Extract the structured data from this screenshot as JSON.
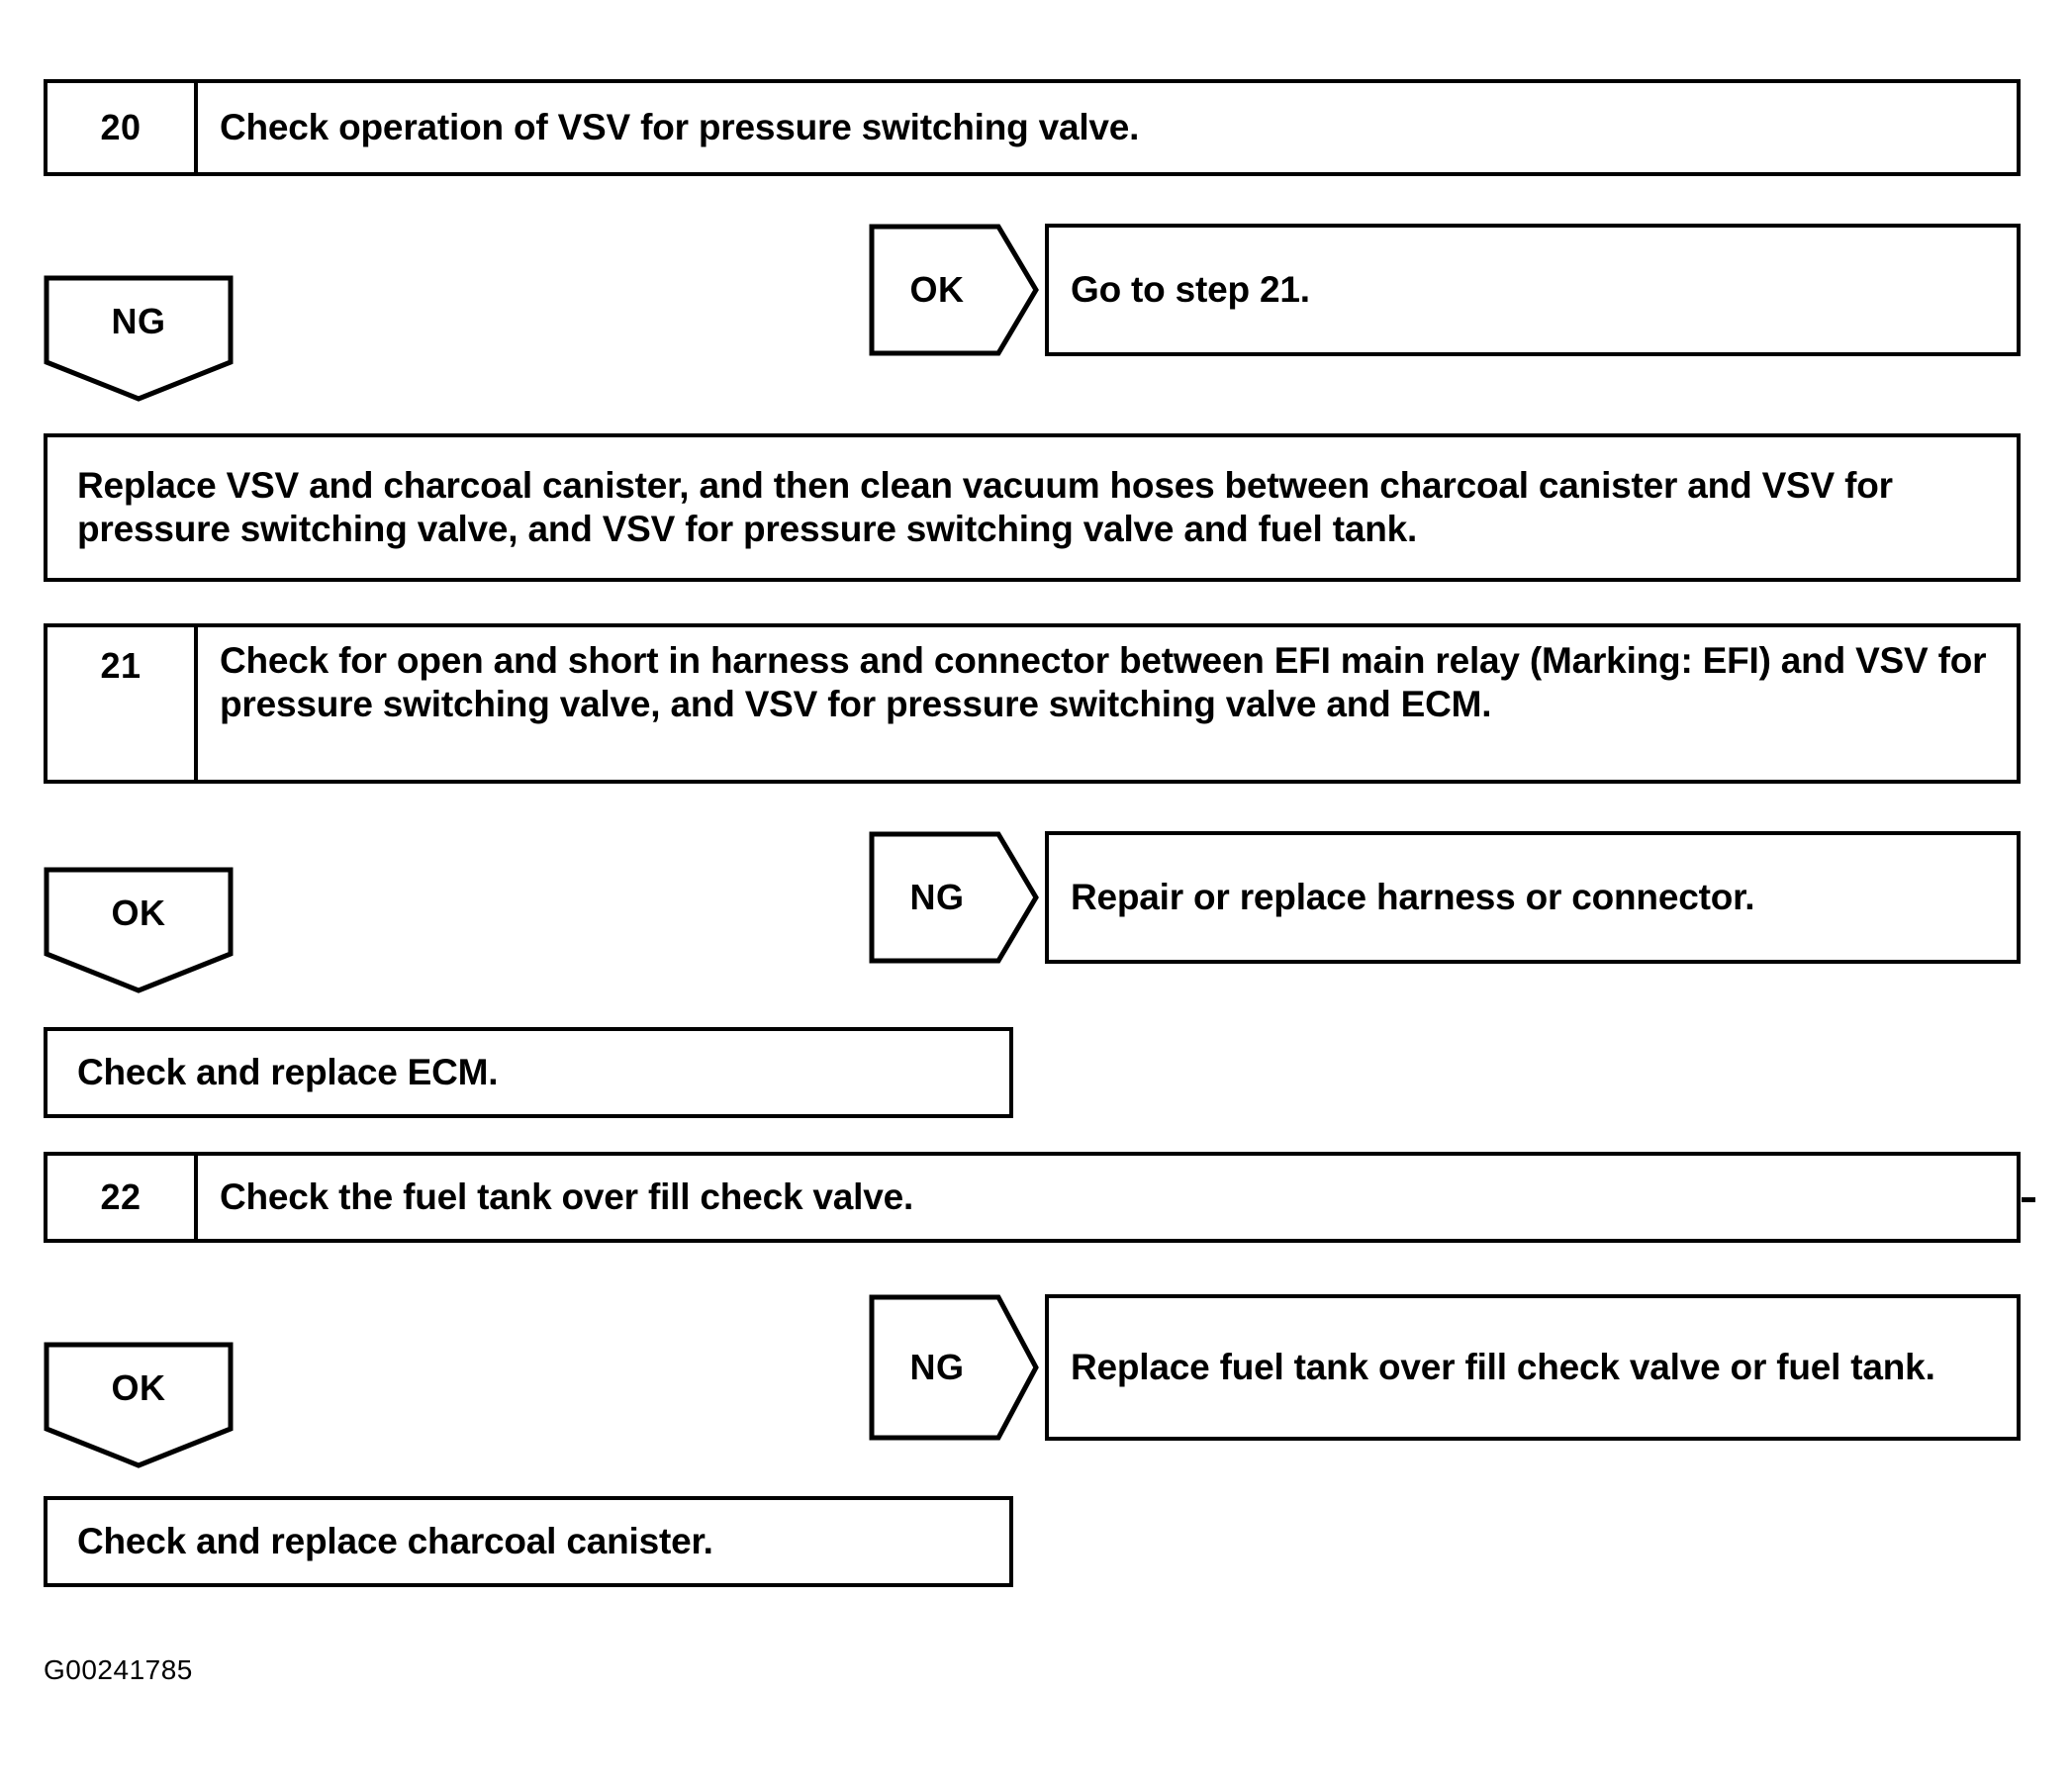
{
  "document": {
    "type": "diagnostic-flowchart",
    "figure_code": "G00241785"
  },
  "steps": [
    {
      "number": "20",
      "text": "Check operation of VSV for pressure switching valve."
    },
    {
      "number": "21",
      "text": "Check for open and short in harness and connector between EFI main relay (Marking: EFI) and VSV for pressure switching valve, and VSV for pressure switching valve and ECM."
    },
    {
      "number": "22",
      "text": "Check the fuel tank over fill check valve."
    }
  ],
  "branches": {
    "step20_ng_label": "NG",
    "step20_ok_label": "OK",
    "step20_ok_action": "Go to step 21.",
    "step20_ng_action": "Replace VSV and charcoal canister, and then clean vacuum hoses between charcoal canister and VSV for pressure switching valve, and VSV for pressure switching valve and fuel tank.",
    "step21_ok_label": "OK",
    "step21_ng_label": "NG",
    "step21_ng_action": "Repair or replace harness or connector.",
    "step21_ok_action": "Check and replace ECM.",
    "step22_ok_label": "OK",
    "step22_ng_label": "NG",
    "step22_ng_action": "Replace fuel tank over fill check valve or fuel tank.",
    "step22_ok_action": "Check and replace charcoal canister."
  }
}
